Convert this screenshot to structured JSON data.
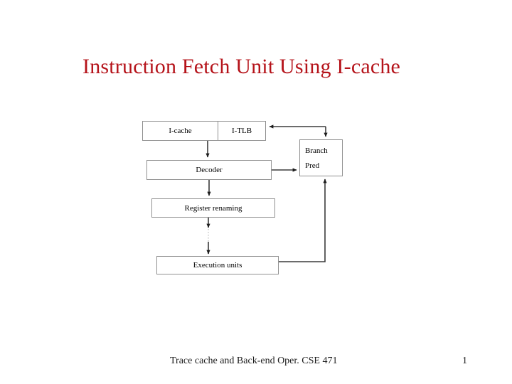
{
  "slide": {
    "title": "Instruction Fetch Unit Using I-cache",
    "title_color": "#b5131a",
    "background_color": "#ffffff"
  },
  "diagram": {
    "line_color": "#3b3b3b",
    "box_border_color": "#919191",
    "nodes": {
      "icache": {
        "label": "I-cache"
      },
      "itlb": {
        "label": "I-TLB"
      },
      "decoder": {
        "label": "Decoder"
      },
      "register_renaming": {
        "label": "Register renaming"
      },
      "execution_units": {
        "label": "Execution units"
      },
      "branch_pred": {
        "line1": "Branch",
        "line2": "Pred"
      }
    }
  },
  "footer": {
    "text": "Trace cache and Back-end Oper. CSE 471",
    "page_number": "1"
  }
}
